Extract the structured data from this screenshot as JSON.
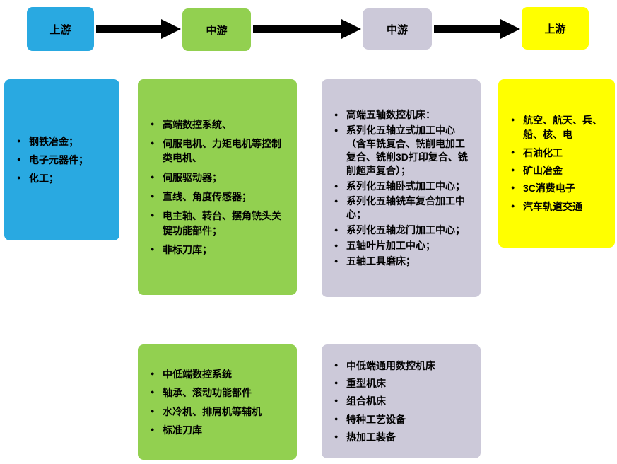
{
  "flow": {
    "stages": [
      {
        "label": "上游"
      },
      {
        "label": "中游"
      },
      {
        "label": "中游"
      },
      {
        "label": "上游"
      }
    ]
  },
  "boxes": {
    "upstream_materials": {
      "items": [
        "钢铁冶金；",
        "电子元器件；",
        "化工；"
      ]
    },
    "midstream_components": {
      "items": [
        "高端数控系统、",
        "伺服电机、力矩电机等控制类电机、",
        "伺服驱动器；",
        "直线、角度传感器；",
        "电主轴、转台、摆角铣头关键功能部件；",
        "非标刀库；"
      ]
    },
    "midstream_machines": {
      "items": [
        "高端五轴数控机床：",
        "系列化五轴立式加工中心（含车铣复合、铣削电加工复合、铣削3D打印复合、铣削超声复合）；",
        "系列化五轴卧式加工中心；",
        "系列化五轴铣车复合加工中心；",
        "系列化五轴龙门加工中心；",
        "五轴叶片加工中心；",
        "五轴工具磨床；"
      ]
    },
    "downstream_applications": {
      "items": [
        "航空、航天、兵、船、核、电",
        "石油化工",
        "矿山冶金",
        "3C消费电子",
        "汽车轨道交通"
      ]
    },
    "midstream_components_low": {
      "items": [
        "中低端数控系统",
        "轴承、滚动功能部件",
        "水冷机、排屑机等辅机",
        "标准刀库"
      ]
    },
    "midstream_machines_low": {
      "items": [
        "中低端通用数控机床",
        "重型机床",
        "组合机床",
        "特种工艺设备",
        "热加工装备"
      ]
    }
  },
  "colors": {
    "blue": "#29A9E1",
    "green": "#92D050",
    "gray": "#CCC9D9",
    "yellow": "#FFFF00"
  }
}
